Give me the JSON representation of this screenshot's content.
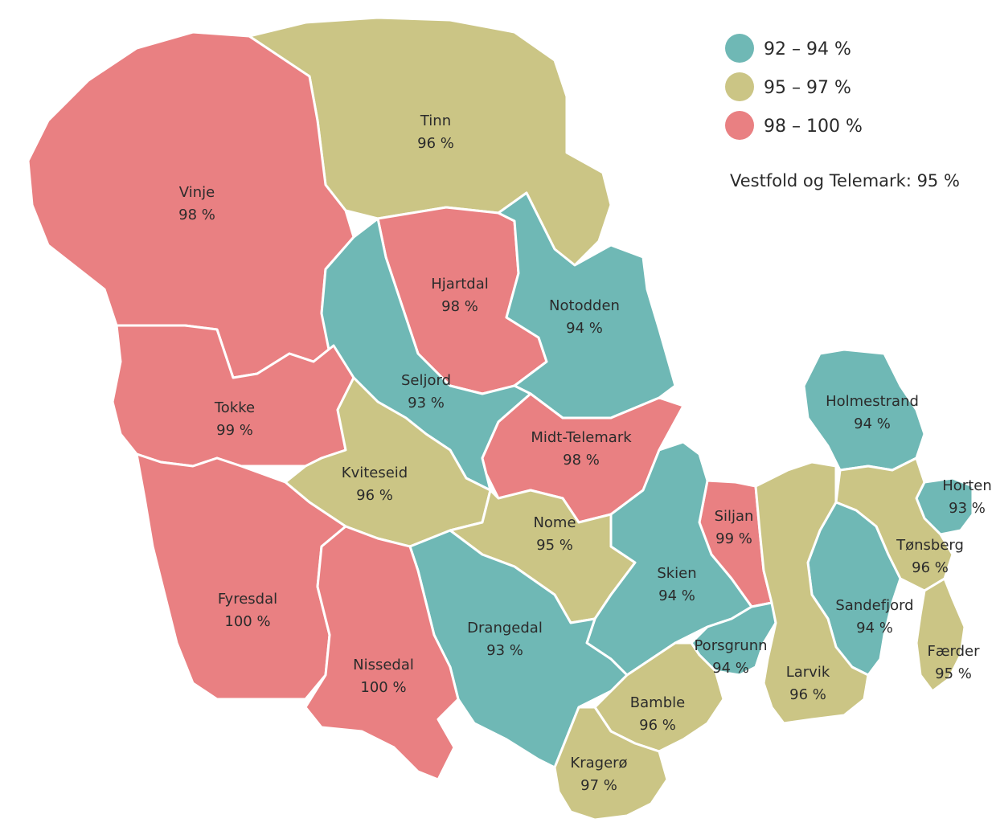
{
  "colors": {
    "teal": "#6fb8b5",
    "olive": "#cbc585",
    "red": "#e98082"
  },
  "legend": [
    {
      "label": "92 – 94 %",
      "color": "#6fb8b5"
    },
    {
      "label": "95 – 97 %",
      "color": "#cbc585"
    },
    {
      "label": "98 – 100 %",
      "color": "#e98082"
    }
  ],
  "total": "Vestfold og Telemark: 95 %",
  "municipalities": [
    {
      "name": "Tinn",
      "value": "96 %",
      "class": "olive"
    },
    {
      "name": "Vinje",
      "value": "98 %",
      "class": "red"
    },
    {
      "name": "Hjartdal",
      "value": "98 %",
      "class": "red"
    },
    {
      "name": "Notodden",
      "value": "94 %",
      "class": "teal"
    },
    {
      "name": "Seljord",
      "value": "93 %",
      "class": "teal"
    },
    {
      "name": "Tokke",
      "value": "99 %",
      "class": "red"
    },
    {
      "name": "Midt-Telemark",
      "value": "98 %",
      "class": "red"
    },
    {
      "name": "Kviteseid",
      "value": "96 %",
      "class": "olive"
    },
    {
      "name": "Nome",
      "value": "95 %",
      "class": "olive"
    },
    {
      "name": "Holmestrand",
      "value": "94 %",
      "class": "teal"
    },
    {
      "name": "Horten",
      "value": "93 %",
      "class": "teal"
    },
    {
      "name": "Siljan",
      "value": "99 %",
      "class": "red"
    },
    {
      "name": "Tønsberg",
      "value": "96 %",
      "class": "olive"
    },
    {
      "name": "Skien",
      "value": "94 %",
      "class": "teal"
    },
    {
      "name": "Fyresdal",
      "value": "100 %",
      "class": "red"
    },
    {
      "name": "Drangedal",
      "value": "93 %",
      "class": "teal"
    },
    {
      "name": "Sandefjord",
      "value": "94 %",
      "class": "teal"
    },
    {
      "name": "Porsgrunn",
      "value": "94 %",
      "class": "teal"
    },
    {
      "name": "Færder",
      "value": "95 %",
      "class": "olive"
    },
    {
      "name": "Nissedal",
      "value": "100 %",
      "class": "red"
    },
    {
      "name": "Larvik",
      "value": "96 %",
      "class": "olive"
    },
    {
      "name": "Bamble",
      "value": "96 %",
      "class": "olive"
    },
    {
      "name": "Kragerø",
      "value": "97 %",
      "class": "olive"
    }
  ]
}
